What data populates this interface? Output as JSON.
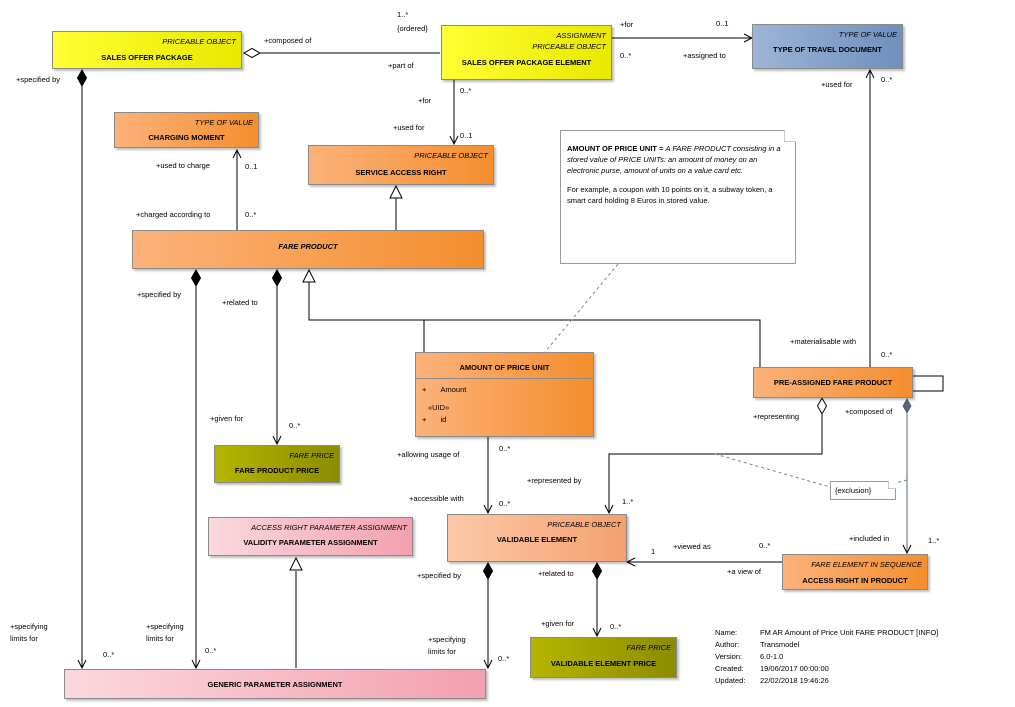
{
  "classes": {
    "sales_offer_package": {
      "stereotype": "PRICEABLE OBJECT",
      "name": "SALES OFFER PACKAGE"
    },
    "sales_offer_package_element": {
      "stereotype": "ASSIGNMENT\nPRICEABLE OBJECT",
      "name": "SALES OFFER PACKAGE ELEMENT"
    },
    "type_of_travel_document": {
      "stereotype": "TYPE OF VALUE",
      "name": "TYPE OF TRAVEL DOCUMENT"
    },
    "charging_moment": {
      "stereotype": "TYPE OF VALUE",
      "name": "CHARGING MOMENT"
    },
    "service_access_right": {
      "stereotype": "PRICEABLE OBJECT",
      "name": "SERVICE ACCESS RIGHT"
    },
    "fare_product": {
      "name": "FARE PRODUCT"
    },
    "amount_of_price_unit": {
      "name": "AMOUNT OF PRICE UNIT",
      "attr1_vis": "+",
      "attr1": "Amount",
      "attr2_stereo": "«UID»",
      "attr2_vis": "+",
      "attr2": "id"
    },
    "pre_assigned_fare_product": {
      "name": "PRE-ASSIGNED FARE PRODUCT"
    },
    "fare_product_price": {
      "stereotype": "FARE PRICE",
      "name": "FARE PRODUCT PRICE"
    },
    "validity_parameter_assignment": {
      "stereotype": "ACCESS RIGHT PARAMETER ASSIGNMENT",
      "name": "VALIDITY PARAMETER ASSIGNMENT"
    },
    "validable_element": {
      "stereotype": "PRICEABLE OBJECT",
      "name": "VALIDABLE ELEMENT"
    },
    "access_right_in_product": {
      "stereotype": "FARE ELEMENT IN SEQUENCE",
      "name": "ACCESS RIGHT IN PRODUCT"
    },
    "validable_element_price": {
      "stereotype": "FARE PRICE",
      "name": "VALIDABLE ELEMENT PRICE"
    },
    "generic_parameter_assignment": {
      "name": "GENERIC PARAMETER ASSIGNMENT"
    }
  },
  "note": {
    "line1_bold": "AMOUNT OF PRICE UNIT = ",
    "line1_rest": "A FARE PRODUCT consisting in a stored value of PRICE UNITs: an amount of money on an electronic purse, amount of units on a value card etc.",
    "line2": "For example,  a coupon with 10 points on it, a subway token,  a smart card holding 8 Euros in stored value."
  },
  "constraint": "{exclusion}",
  "labels": {
    "composed_of": "+composed of",
    "part_of": "+part of",
    "mult_1_n": "1..*",
    "ordered": "{ordered}",
    "for1": "+for",
    "mult_0_1_a": "0..1",
    "assigned_to": "+assigned to",
    "mult_0_n_a": "0..*",
    "specified_by1": "+specified by",
    "for2": "+for",
    "mult_0_n_b": "0..*",
    "used_for1": "+used for",
    "mult_0_1_b": "0..1",
    "used_for2": "+used for",
    "mult_0_n_c": "0..*",
    "used_to_charge": "+used to charge",
    "mult_0_1_c": "0..1",
    "charged_according_to": "+charged according to",
    "mult_0_n_d": "0..*",
    "specified_by2": "+specified by",
    "related_to1": "+related to",
    "given_for1": "+given for",
    "mult_0_n_e": "0..*",
    "materialisable_with": "+materialisable with",
    "mult_0_n_f": "0..*",
    "representing": "+representing",
    "composed_of2": "+composed of",
    "allowing_usage_of": "+allowing usage of",
    "mult_0_n_g": "0..*",
    "represented_by": "+represented by",
    "mult_1_n_b": "1..*",
    "accessible_with": "+accessible with",
    "mult_0_n_h": "0..*",
    "included_in": "+included in",
    "mult_1_n_c": "1..*",
    "viewed_as": "+viewed as",
    "mult_0_n_i": "0..*",
    "mult_1": "1",
    "a_view_of": "+a view of",
    "specified_by3": "+specified by",
    "related_to2": "+related to",
    "given_for2": "+given for",
    "mult_0_n_j": "0..*",
    "specifying_limits_for1": "+specifying\nlimits for",
    "mult_0_n_k": "0..*",
    "specifying_limits_for2": "+specifying\nlimits for",
    "mult_0_n_l": "0..*",
    "specifying_limits_for3": "+specifying\nlimits for",
    "mult_0_n_m": "0..*"
  },
  "meta": {
    "name_key": "Name:",
    "name": "FM AR Amount of Price Unit FARE PRODUCT [INFO]",
    "author_key": "Author:",
    "author": "Transmodel",
    "version_key": "Version:",
    "version": "6.0-1.0",
    "created_key": "Created:",
    "created": "19/06/2017 00:00:00",
    "updated_key": "Updated:",
    "updated": "22/02/2018 19:46:26"
  }
}
